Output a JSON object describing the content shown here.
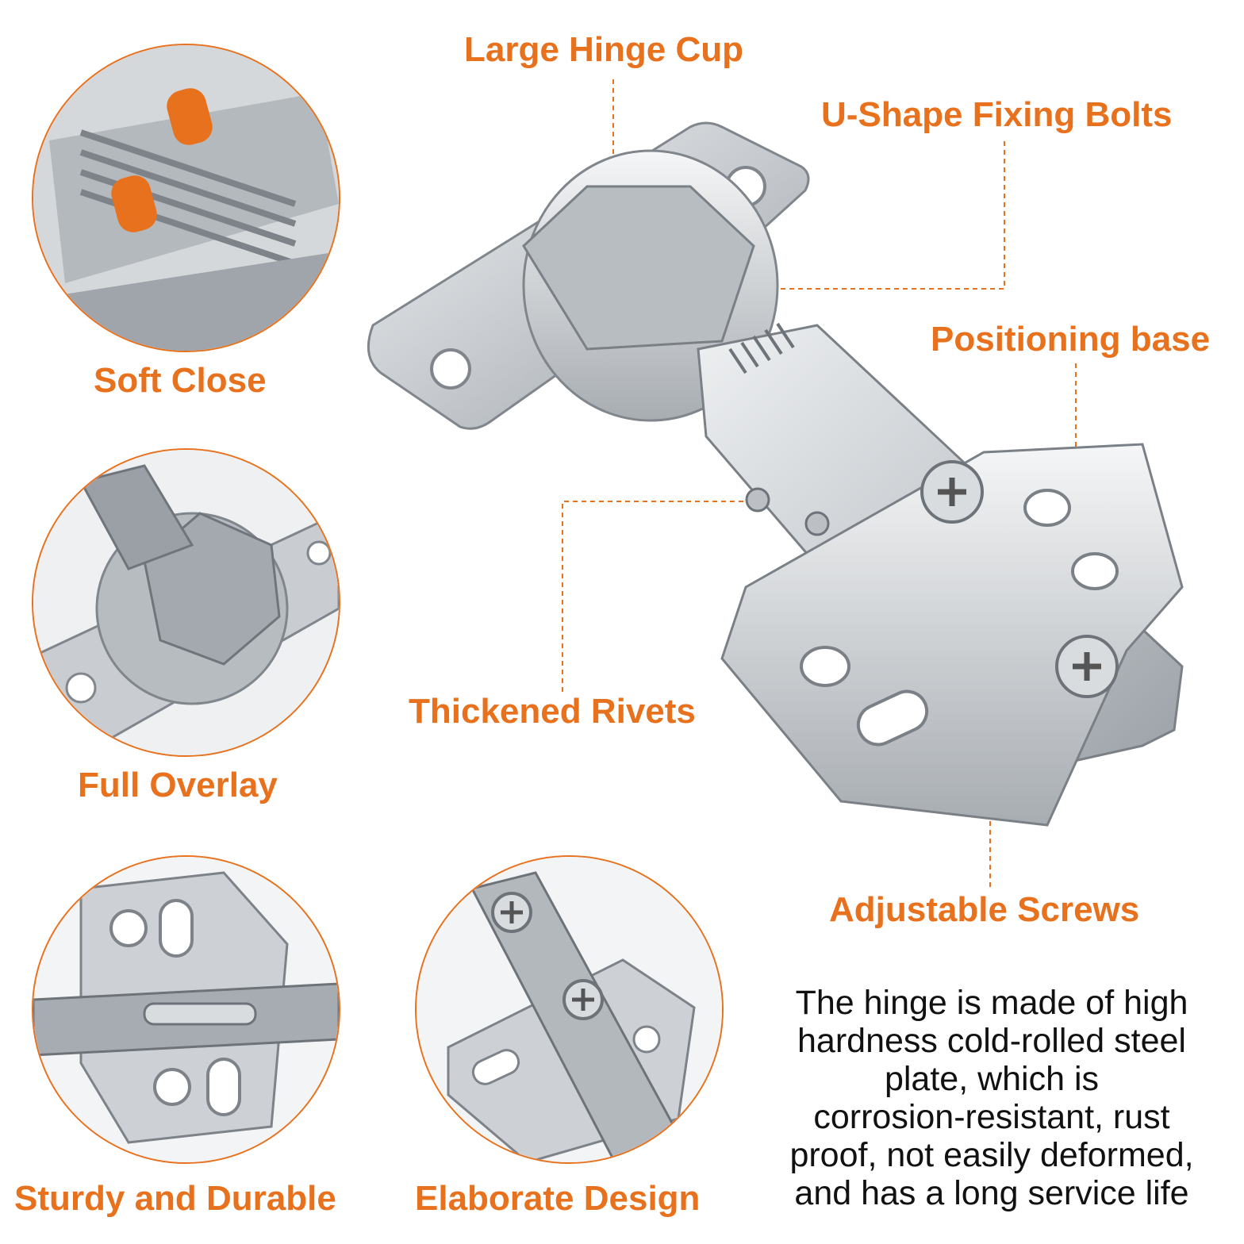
{
  "colors": {
    "accent": "#e8711e",
    "text": "#111111",
    "metal": "#c8ccd0",
    "metal_dark": "#8a9096",
    "roller": "#e8711e"
  },
  "callouts": {
    "large_hinge_cup": "Large Hinge Cup",
    "u_shape_fixing_bolts": "U-Shape Fixing Bolts",
    "positioning_base": "Positioning base",
    "thickened_rivets": "Thickened Rivets",
    "adjustable_screws": "Adjustable Screws"
  },
  "features": {
    "soft_close": "Soft Close",
    "full_overlay": "Full Overlay",
    "sturdy_and_durable": "Sturdy and Durable",
    "elaborate_design": "Elaborate Design"
  },
  "description": {
    "lines": [
      "The hinge is made of high",
      "hardness cold-rolled steel",
      "plate, which is",
      "corrosion-resistant, rust",
      "proof, not easily deformed,",
      "and has a long service life"
    ]
  },
  "icons": [
    "hinge-product-image",
    "soft-close-detail-image",
    "full-overlay-detail-image",
    "sturdy-detail-image",
    "elaborate-design-detail-image"
  ]
}
